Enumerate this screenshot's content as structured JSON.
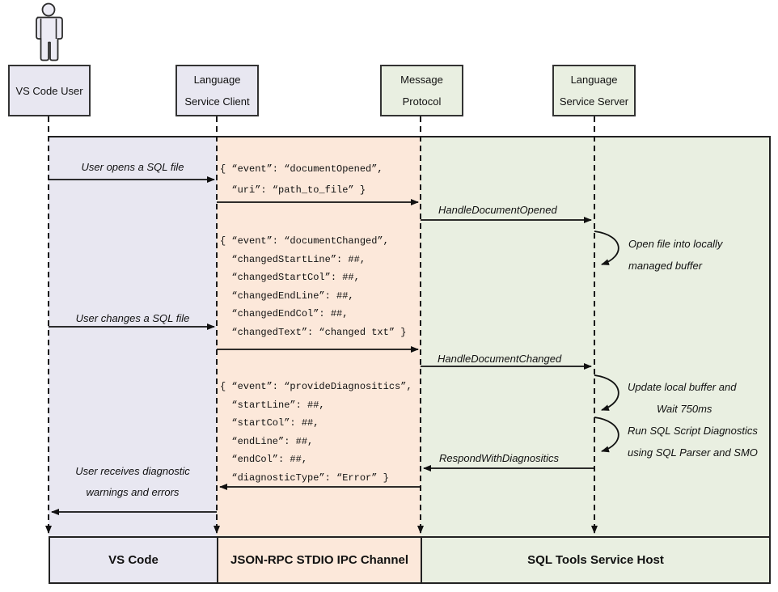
{
  "participants": {
    "user": {
      "label": "VS Code User"
    },
    "client": {
      "label_line1": "Language",
      "label_line2": "Service Client"
    },
    "protocol": {
      "label_line1": "Message",
      "label_line2": "Protocol"
    },
    "server": {
      "label_line1": "Language",
      "label_line2": "Service Server"
    }
  },
  "labels": {
    "user_opens": "User opens a SQL file",
    "handle_opened": "HandleDocumentOpened",
    "open_locally_1": "Open file into locally",
    "open_locally_2": "managed buffer",
    "user_changes": "User changes a SQL file",
    "handle_changed": "HandleDocumentChanged",
    "update_1": "Update local buffer and",
    "update_2": "Wait 750ms",
    "run_1": "Run SQL Script Diagnostics",
    "run_2": "using SQL Parser and SMO",
    "respond": "RespondWithDiagnositics",
    "receives_1": "User receives diagnostic",
    "receives_2": "warnings and errors"
  },
  "messages": {
    "document_opened": {
      "lines": [
        "{ “event”: “documentOpened”,",
        "  “uri”: “path_to_file” }"
      ]
    },
    "document_changed": {
      "lines": [
        "{ “event”: “documentChanged”,",
        "  “changedStartLine”: ##,",
        "  “changedStartCol”: ##,",
        "  “changedEndLine”: ##,",
        "  “changedEndCol”: ##,",
        "  “changedText”: “changed txt” }"
      ]
    },
    "provide_diagnostics": {
      "lines": [
        "{ “event”: “provideDiagnositics”,",
        "  “startLine”: ##,",
        "  “startCol”: ##,",
        "  “endLine”: ##,",
        "  “endCol”: ##,",
        "  “diagnosticType”: “Error” }"
      ]
    }
  },
  "footer": {
    "vscode": "VS Code",
    "channel": "JSON-RPC STDIO IPC Channel",
    "host": "SQL Tools Service Host"
  },
  "colors": {
    "lane_lavender": "#e8e7f1",
    "lane_peach": "#fce8da",
    "lane_green": "#e9efe1",
    "line": "#1a1a1a",
    "background": "#ffffff"
  }
}
